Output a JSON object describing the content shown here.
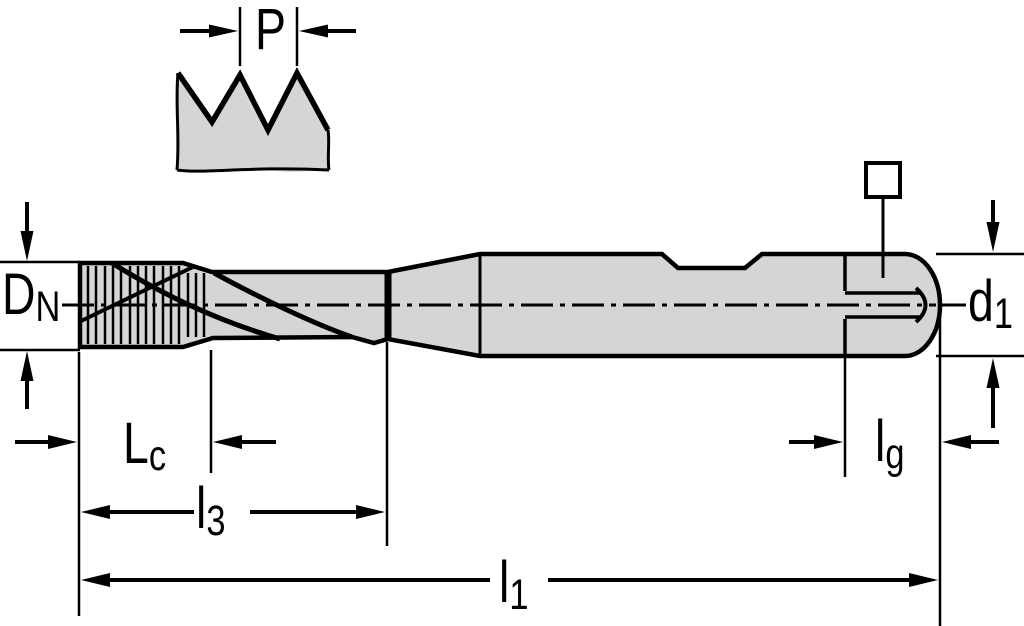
{
  "drawing": {
    "title": "tap-dimension-diagram",
    "colors": {
      "line": "#000000",
      "fill": "#d5d5d5",
      "background": "#ffffff"
    },
    "labels": {
      "pitch": {
        "main": "P",
        "sub": ""
      },
      "nominal_thread_diameter": {
        "main": "D",
        "sub": "N"
      },
      "shank_diameter": {
        "main": "d",
        "sub": "1"
      },
      "chamfer_length": {
        "main": "L",
        "sub": "c"
      },
      "thread_length": {
        "main": "l",
        "sub": "3"
      },
      "overall_length": {
        "main": "l",
        "sub": "1"
      },
      "square_length": {
        "main": "l",
        "sub": "g"
      }
    },
    "symbols": {
      "square_drive": "square-symbol"
    }
  }
}
